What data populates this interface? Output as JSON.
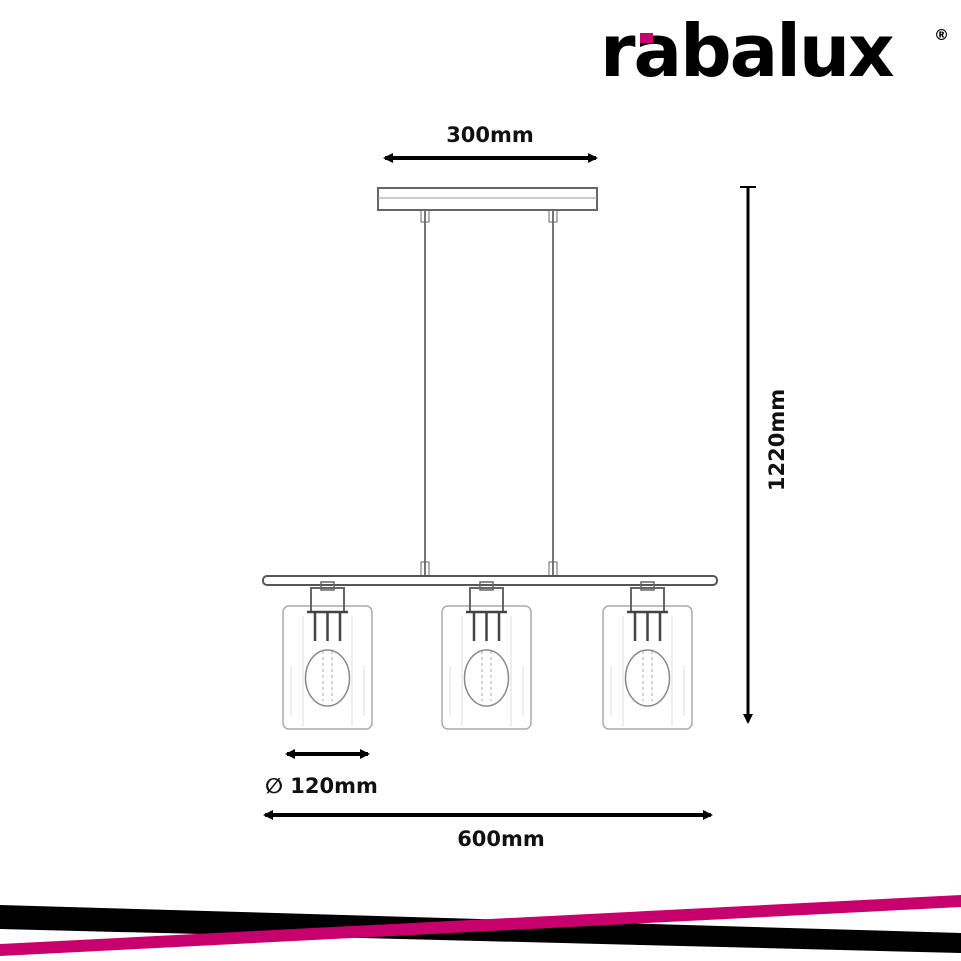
{
  "brand": {
    "name": "rabalux",
    "registered_mark": "®",
    "accent_color": "#c8006e"
  },
  "dimensions": {
    "canopy_width": "300mm",
    "total_height": "1220mm",
    "shade_diameter": "∅ 120mm",
    "total_width": "600mm"
  },
  "colors": {
    "line": "#555555",
    "text": "#111111",
    "stripe_dark": "#000000",
    "stripe_accent": "#c8006e"
  }
}
